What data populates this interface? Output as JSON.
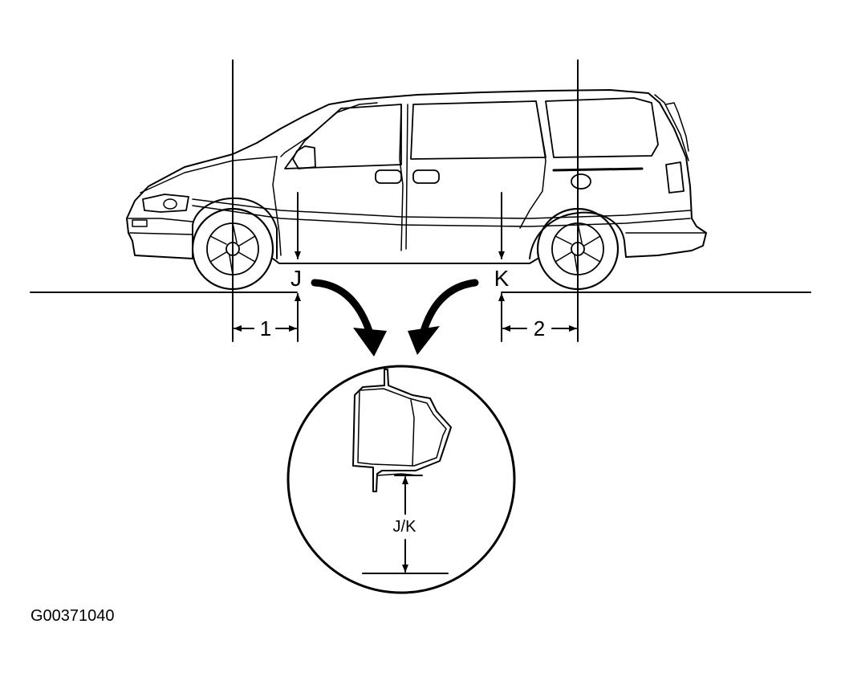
{
  "labels": {
    "point_j": "J",
    "point_k": "K",
    "dim_1": "1",
    "dim_2": "2",
    "detail_dim": "J/K",
    "figure_id": "G00371040"
  },
  "colors": {
    "ink": "#000000",
    "paper": "#ffffff"
  }
}
